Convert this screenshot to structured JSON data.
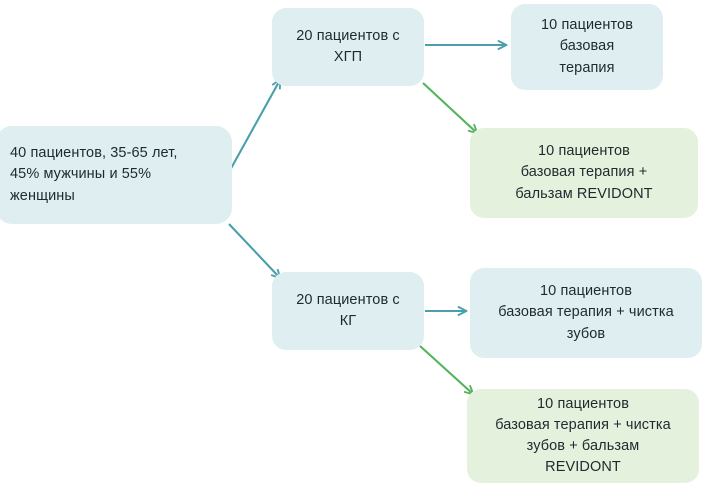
{
  "diagram": {
    "title": "Study group allocation flowchart",
    "colors": {
      "box_teal": "#dfeef0",
      "box_green": "#e4f1dd",
      "arrow_teal": "#4a9fab",
      "arrow_green": "#54b45c",
      "text": "#1f2a2e",
      "background": "#ffffff"
    },
    "nodes": {
      "cohort": {
        "label": "40 пациентов, 35-65 лет,\n45% мужчины и 55%\nженщины",
        "color": "teal"
      },
      "hgp": {
        "label": "20 пациентов с\nХГП",
        "color": "teal"
      },
      "kg": {
        "label": "20 пациентов с\nКГ",
        "color": "teal"
      },
      "hgp_base": {
        "label": "10 пациентов\nбазовая\nтерапия",
        "color": "teal"
      },
      "hgp_revidont": {
        "label": "10 пациентов\nбазовая терапия +\nбальзам REVIDONT",
        "color": "green"
      },
      "kg_base": {
        "label": "10 пациентов\nбазовая терапия + чистка\nзубов",
        "color": "teal"
      },
      "kg_revidont": {
        "label": "10 пациентов\nбазовая терапия + чистка\nзубов + бальзам\nREVIDONT",
        "color": "green"
      }
    },
    "edges": [
      {
        "id": "cohort-to-hgp",
        "from": "cohort",
        "to": "hgp",
        "color": "arrow_teal"
      },
      {
        "id": "cohort-to-kg",
        "from": "cohort",
        "to": "kg",
        "color": "arrow_teal"
      },
      {
        "id": "hgp-to-base",
        "from": "hgp",
        "to": "hgp_base",
        "color": "arrow_teal"
      },
      {
        "id": "hgp-to-revidont",
        "from": "hgp",
        "to": "hgp_revidont",
        "color": "arrow_green"
      },
      {
        "id": "kg-to-base",
        "from": "kg",
        "to": "kg_base",
        "color": "arrow_teal"
      },
      {
        "id": "kg-to-revidont",
        "from": "kg",
        "to": "kg_revidont",
        "color": "arrow_green"
      }
    ]
  }
}
